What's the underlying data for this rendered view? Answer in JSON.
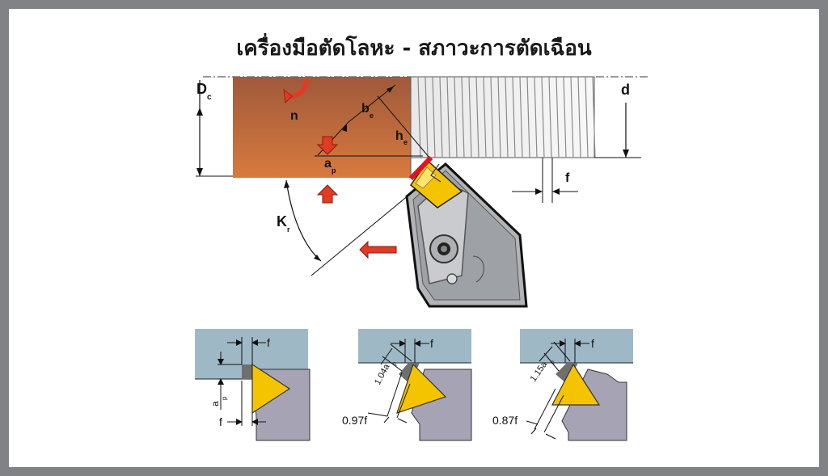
{
  "title": "เครื่องมือตัดโลหะ - สภาวะการตัดเฉือน",
  "main_diagram": {
    "diameter_workpiece": {
      "main": "D",
      "sub": "c"
    },
    "diameter_machined": "d",
    "rotation": "n",
    "effective_width": {
      "main": "b",
      "sub": "e"
    },
    "chip_thickness": {
      "main": "h",
      "sub": "e"
    },
    "depth_of_cut": {
      "main": "a",
      "sub": "p"
    },
    "entering_angle": {
      "main": "K",
      "sub": "r"
    },
    "feed": "f"
  },
  "detail_1": {
    "feed": "f",
    "depth": {
      "main": "a",
      "sub": "p"
    },
    "feed_bottom": "f"
  },
  "detail_2": {
    "feed": "f",
    "depth": {
      "main": "1.04a",
      "sub": "p"
    },
    "feed_bottom": "0.97f"
  },
  "detail_3": {
    "feed": "f",
    "depth": {
      "main": "1.15a",
      "sub": "p"
    },
    "feed_bottom": "0.87f"
  },
  "colors": {
    "workpiece_top": "#a0593b",
    "workpiece_bottom": "#d77a3e",
    "thread_light": "#f0f0f0",
    "insert_yellow": "#f5c400",
    "holder_gray": "#b2b4b8",
    "arrow_red": "#e03c25",
    "detail_blue": "#9fb8c6",
    "frame_gray": "#808285"
  }
}
